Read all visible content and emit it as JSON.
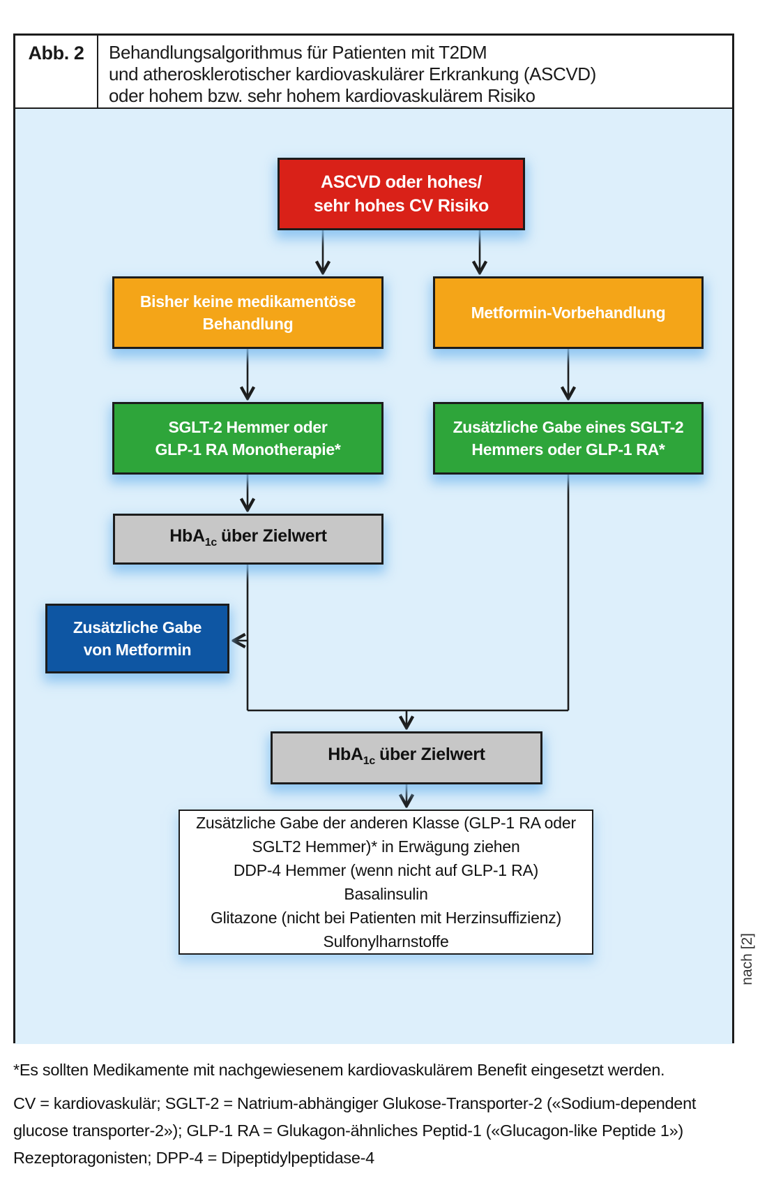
{
  "figure": {
    "label": "Abb. 2",
    "title_lines": [
      "Behandlungsalgorithmus für Patienten mit T2DM",
      "und atherosklerotischer kardiovaskulärer Erkrankung (ASCVD)",
      "oder hohem bzw. sehr hohem kardiovaskulärem Risiko"
    ],
    "source_note": "nach [2]"
  },
  "colors": {
    "background": "#ddeffb",
    "risk_red": "#d92118",
    "pretreat_orange": "#f4a518",
    "therapy_green": "#2ea53a",
    "target_gray": "#c7c7c7",
    "metformin_blue": "#0e56a3",
    "line_black": "#1c1c1c"
  },
  "nodes": {
    "risk": {
      "lines": [
        "ASCVD oder hohes/",
        "sehr hohes CV Risiko"
      ]
    },
    "no_med": {
      "lines": [
        "Bisher keine medikamentöse",
        "Behandlung"
      ]
    },
    "metformin_pre": {
      "lines": [
        "Metformin-Vorbehandlung"
      ]
    },
    "mono": {
      "lines": [
        "SGLT-2 Hemmer oder",
        "GLP-1 RA Monotherapie*"
      ]
    },
    "addon": {
      "lines": [
        "Zusätzliche Gabe eines SGLT-2",
        "Hemmers oder GLP-1 RA*"
      ]
    },
    "hba1c": {
      "prefix": "HbA",
      "sub": "1c",
      "suffix": "über Zielwert"
    },
    "add_metformin": {
      "lines": [
        "Zusätzliche Gabe",
        "von Metformin"
      ]
    },
    "options": {
      "items": [
        "Zusätzliche Gabe der anderen Klasse (GLP-1 RA oder SGLT2 Hemmer)* in Erwägung ziehen",
        "DDP-4 Hemmer (wenn nicht auf GLP-1 RA)",
        "Basalinsulin",
        "Glitazone (nicht bei Patienten mit Herzinsuffizienz)",
        "Sulfonylharnstoffe"
      ]
    }
  },
  "footnotes": {
    "asterisk": "*Es sollten Medikamente mit nachgewiesenem kardiovaskulärem Benefit eingesetzt werden.",
    "abbreviations": "CV = kardiovaskulär; SGLT-2 = Natrium-abhängiger Glukose-Transporter-2 («Sodium-dependent glucose transporter-2»); GLP-1 RA = Glukagon-ähnliches Peptid-1 («Glucagon-like Peptide 1») Rezeptoragonisten; DPP-4 = Dipeptidylpeptidase-4"
  }
}
